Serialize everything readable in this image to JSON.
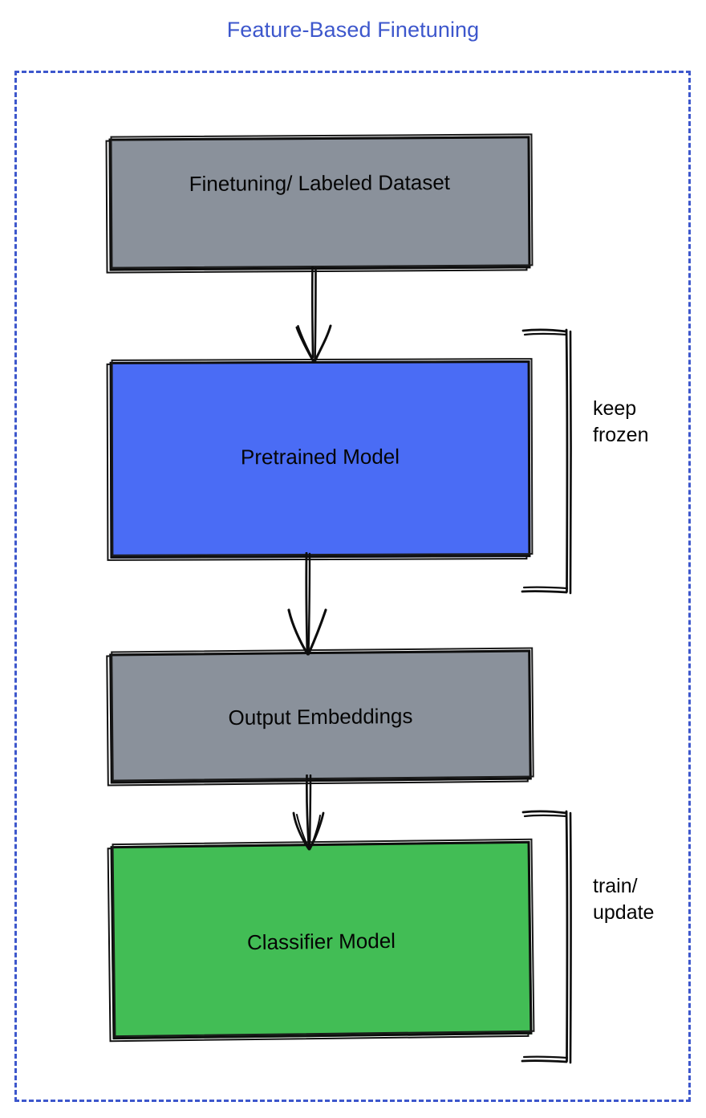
{
  "title": "Feature-Based Finetuning",
  "colors": {
    "title": "#3d57cc",
    "frame_border": "#3d57cc",
    "gray_box": "#8a919b",
    "blue_box": "#4a6cf5",
    "green_box": "#42bd55",
    "stroke": "#0d0d0d",
    "background": "#ffffff"
  },
  "frame": {
    "style": "dashed",
    "name": "feature-based-finetuning-container"
  },
  "nodes": [
    {
      "id": "dataset",
      "label": "Finetuning/ Labeled Dataset",
      "fill": "#8a919b",
      "kind": "data"
    },
    {
      "id": "pretrained",
      "label": "Pretrained Model",
      "fill": "#4a6cf5",
      "kind": "model"
    },
    {
      "id": "embeddings",
      "label": "Output Embeddings",
      "fill": "#8a919b",
      "kind": "data"
    },
    {
      "id": "classifier",
      "label": "Classifier Model",
      "fill": "#42bd55",
      "kind": "model"
    }
  ],
  "edges": [
    {
      "from": "dataset",
      "to": "pretrained",
      "style": "arrow-down"
    },
    {
      "from": "pretrained",
      "to": "embeddings",
      "style": "arrow-down"
    },
    {
      "from": "embeddings",
      "to": "classifier",
      "style": "arrow-down"
    }
  ],
  "annotations": [
    {
      "id": "keep-frozen",
      "target": "pretrained",
      "label": "keep\nfrozen",
      "bracket": "right"
    },
    {
      "id": "train-update",
      "target": "classifier",
      "label": "train/\nupdate",
      "bracket": "right"
    }
  ],
  "icons": {
    "arrow_down": "arrow-down-icon",
    "bracket_right": "curly-bracket-right-icon"
  }
}
